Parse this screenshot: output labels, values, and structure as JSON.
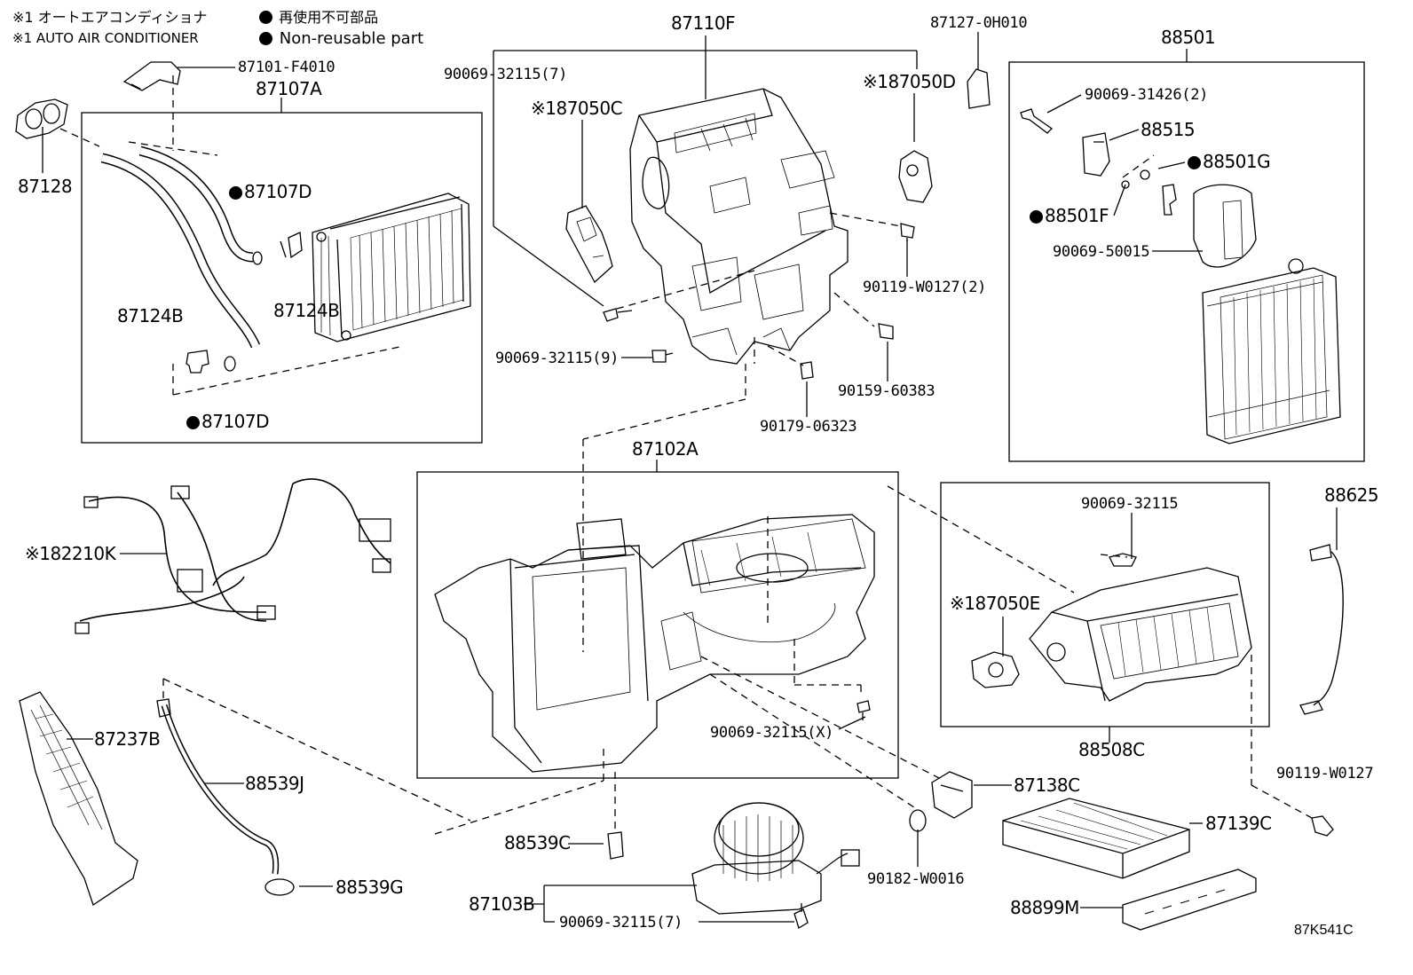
{
  "legend": {
    "line1_note": "※1 オートエアコンディショナ",
    "line2_note": "※1 AUTO AIR CONDITIONER",
    "line1_meaning": "再使用不可部品",
    "line2_meaning": "Non-reusable part"
  },
  "labels": {
    "p87101": "87101-F4010",
    "p87107A": "87107A",
    "p87128": "87128",
    "p87107D_a": "87107D",
    "p87124B_a": "87124B",
    "p87124B_b": "87124B",
    "p87107D_b": "87107D",
    "p87110F": "87110F",
    "p90069_32115_7a": "90069-32115(7)",
    "p87050C": "87050C",
    "p87050C_mark": "※1",
    "p87127": "87127-0H010",
    "p87050D": "87050D",
    "p87050D_mark": "※1",
    "p90119_W0127_2": "90119-W0127(2)",
    "p90069_32115_9": "90069-32115(9)",
    "p90159": "90159-60383",
    "p90179": "90179-06323",
    "p88501": "88501",
    "p90069_31426": "90069-31426(2)",
    "p88515": "88515",
    "p88501G": "88501G",
    "p88501F": "88501F",
    "p90069_50015": "90069-50015",
    "p82210K": "82210K",
    "p82210K_mark": "※1",
    "p87102A": "87102A",
    "p90069_32115": "90069-32115",
    "p87050E": "87050E",
    "p87050E_mark": "※1",
    "p88625": "88625",
    "p90069_32115_X": "90069-32115(X)",
    "p88508C": "88508C",
    "p87237B": "87237B",
    "p88539J": "88539J",
    "p87138C": "87138C",
    "p90119_W0127": "90119-W0127",
    "p87139C": "87139C",
    "p88539C": "88539C",
    "p90182": "90182-W0016",
    "p88539G": "88539G",
    "p87103B": "87103B",
    "p90069_32115_7b": "90069-32115(7)",
    "p88899M": "88899M"
  },
  "diagram_code": "87K541C"
}
